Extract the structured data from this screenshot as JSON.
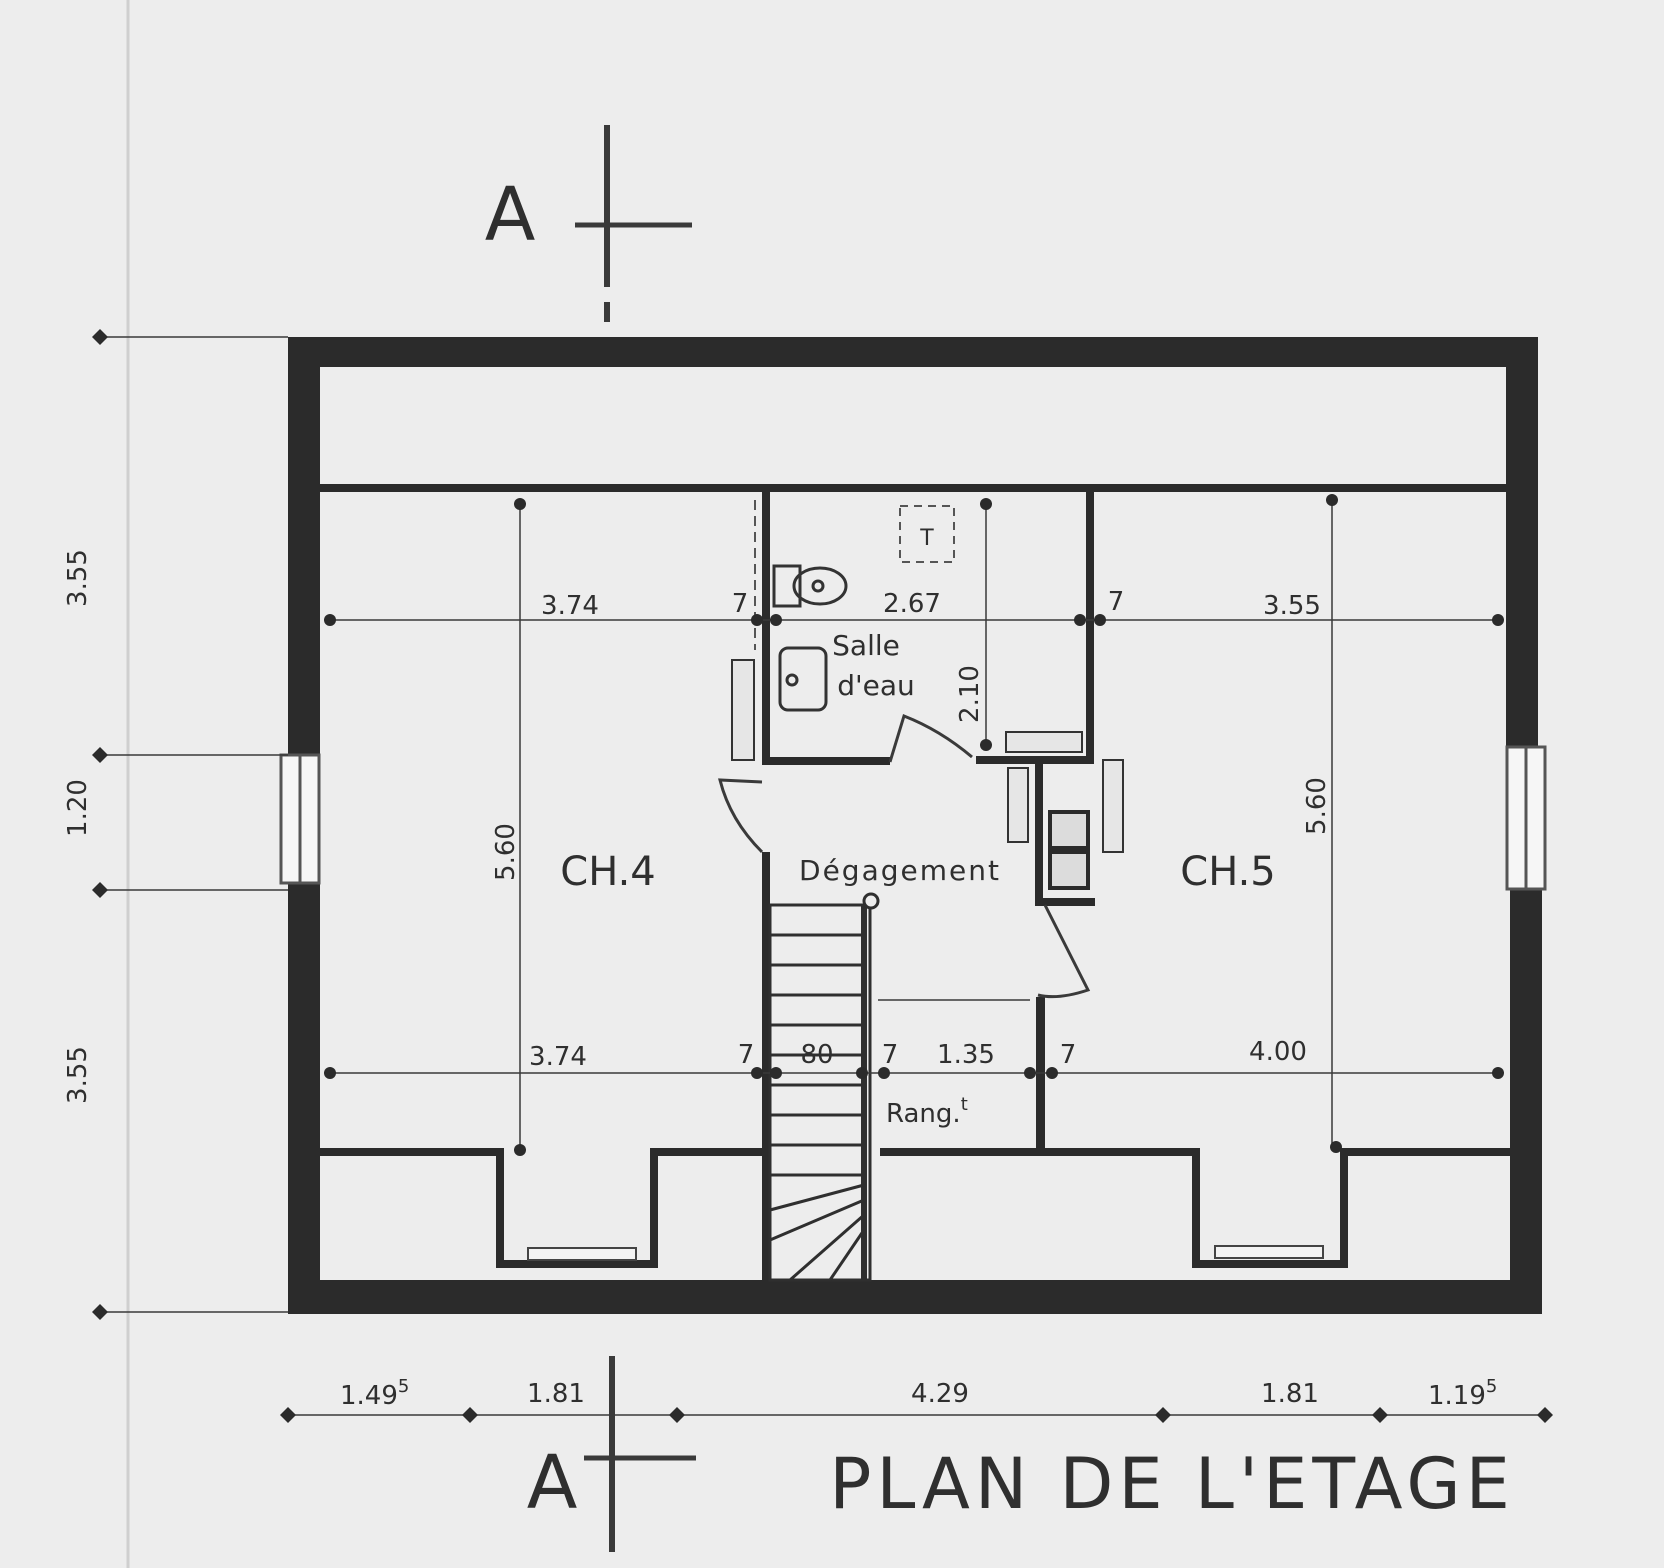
{
  "section_marker": {
    "top": "A",
    "bottom": "A"
  },
  "title": "PLAN DE L'ETAGE",
  "rooms": {
    "ch4": "CH.4",
    "ch5": "CH.5",
    "salle_line1": "Salle",
    "salle_line2": "d'eau",
    "degagement": "Dégagement",
    "rangement": "Rang.",
    "rangement_sup": "t",
    "wc_symbol": "T"
  },
  "dims_left": {
    "top": "3.55",
    "middle": "1.20",
    "bottom": "3.55"
  },
  "dims_bottom": [
    {
      "value": "1.49",
      "sup": "5"
    },
    {
      "value": "1.81",
      "sup": ""
    },
    {
      "value": "4.29",
      "sup": ""
    },
    {
      "value": "1.81",
      "sup": ""
    },
    {
      "value": "1.19",
      "sup": "5"
    }
  ],
  "dims_upper_row": {
    "ch4": "3.74",
    "wall_a": "7",
    "salle": "2.67",
    "wall_b": "7",
    "ch5": "3.55"
  },
  "dims_lower_row": {
    "ch4": "3.74",
    "wall_a": "7",
    "stair": "80",
    "wall_b": "7",
    "rang": "1.35",
    "wall_c": "7",
    "ch5": "4.00"
  },
  "dims_vertical": {
    "ch4": "5.60",
    "salle": "2.10",
    "ch5": "5.60"
  },
  "colors": {
    "paper": "#ededed",
    "wall": "#2b2b2b",
    "line": "#3a3a3a"
  }
}
